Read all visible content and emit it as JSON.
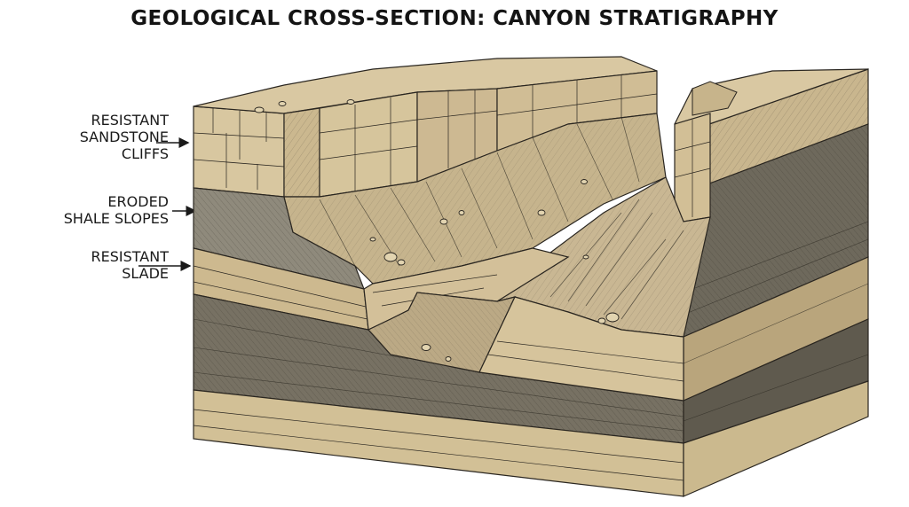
{
  "title": "GEOLOGICAL CROSS-SECTION: CANYON STRATIGRAPHY",
  "callouts": {
    "sandstone": {
      "line1": "RESISTANT",
      "line2": "SANDSTONE",
      "line3": "CLIFFS"
    },
    "shale": {
      "line1": "ERODED",
      "line2": "SHALE SLOPES"
    },
    "slade": {
      "line1": "RESISTANT",
      "line2": "SLADE"
    }
  },
  "colors": {
    "sandstone": "#d8c7a0",
    "sandstone_dark": "#b9a57c",
    "shale": "#8f8a7c",
    "shale_dark": "#6e695c",
    "slope": "#c8b690",
    "outline": "#2a2620"
  }
}
